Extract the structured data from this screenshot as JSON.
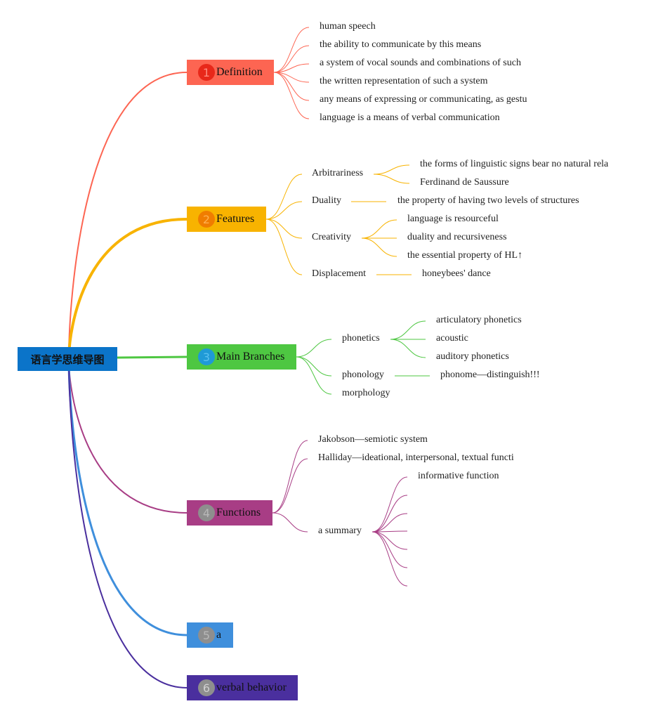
{
  "root": {
    "label": "语言学思维导图",
    "color": "#0b74c9"
  },
  "topics": [
    {
      "num": "1",
      "label": "Definition",
      "color": "#fd6552",
      "badge_bg": "#e8281a",
      "badge_fg": "#ff8c7f",
      "children": [
        {
          "label": "human speech"
        },
        {
          "label": "the ability to communicate by this means"
        },
        {
          "label": "a system of vocal sounds and combinations of such"
        },
        {
          "label": "the written representation of such a system"
        },
        {
          "label": "any means of expressing or communicating, as gestu"
        },
        {
          "label": "language is a means of verbal communication"
        }
      ]
    },
    {
      "num": "2",
      "label": "Features",
      "color": "#f8b300",
      "badge_bg": "#f07d00",
      "badge_fg": "#ffb04f",
      "children": [
        {
          "label": "Arbitrariness",
          "children": [
            {
              "label": "the forms of linguistic signs bear no natural rela"
            },
            {
              "label": "Ferdinand de Saussure"
            }
          ]
        },
        {
          "label": "Duality",
          "children": [
            {
              "label": "the property of having two levels of structures"
            }
          ]
        },
        {
          "label": "Creativity",
          "children": [
            {
              "label": "language is resourceful"
            },
            {
              "label": "duality and recursiveness"
            },
            {
              "label": "the essential property of HL↑"
            }
          ]
        },
        {
          "label": "Displacement",
          "children": [
            {
              "label": "honeybees' dance"
            }
          ]
        }
      ]
    },
    {
      "num": "3",
      "label": "Main Branches",
      "color": "#4ec742",
      "badge_bg": "#1f9ad6",
      "badge_fg": "#5bc0f0",
      "children": [
        {
          "label": "phonetics",
          "children": [
            {
              "label": "articulatory phonetics"
            },
            {
              "label": "acoustic"
            },
            {
              "label": "auditory phonetics"
            }
          ]
        },
        {
          "label": "phonology",
          "children": [
            {
              "label": "phonome—distinguish!!!"
            }
          ]
        },
        {
          "label": "morphology"
        }
      ]
    },
    {
      "num": "4",
      "label": "Functions",
      "color": "#a83d85",
      "badge_bg": "#8e8e8e",
      "badge_fg": "#b8b8b8",
      "children": [
        {
          "label": "Jakobson—semiotic system"
        },
        {
          "label": "Halliday—ideational, interpersonal, textual functi"
        },
        {
          "label": "a summary",
          "children": [
            {
              "label": "informative function"
            },
            {
              "label": ""
            },
            {
              "label": ""
            },
            {
              "label": ""
            },
            {
              "label": ""
            },
            {
              "label": ""
            },
            {
              "label": ""
            }
          ]
        }
      ]
    },
    {
      "num": "5",
      "label": "a",
      "color": "#3f8fdc",
      "badge_bg": "#8e8e8e",
      "badge_fg": "#b8b8b8",
      "children": []
    },
    {
      "num": "6",
      "label": "verbal behavior",
      "color": "#4a2f9e",
      "badge_bg": "#8e8e8e",
      "badge_fg": "#d0d0d0",
      "children": []
    }
  ]
}
